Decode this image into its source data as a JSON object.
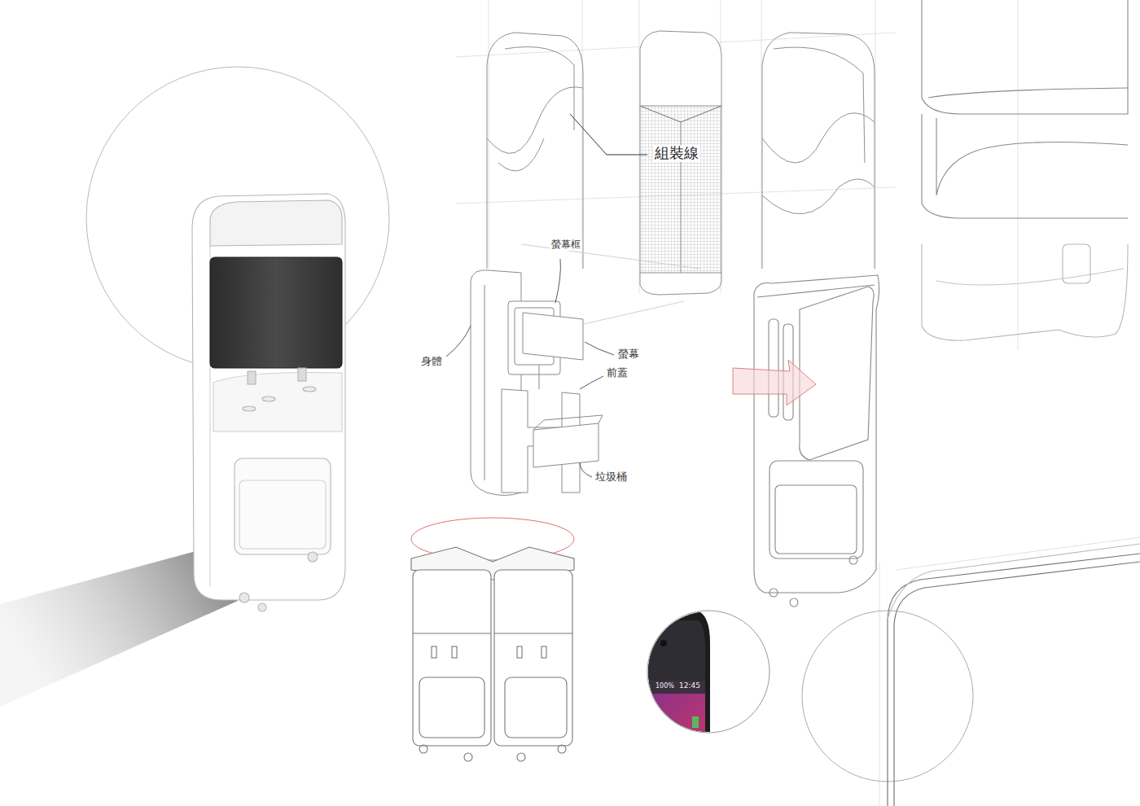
{
  "diagram": {
    "labels": [
      "組裝線",
      "螢幕框",
      "身體",
      "螢幕",
      "前蓋",
      "垃圾桶",
      "100%",
      "12:45"
    ]
  }
}
